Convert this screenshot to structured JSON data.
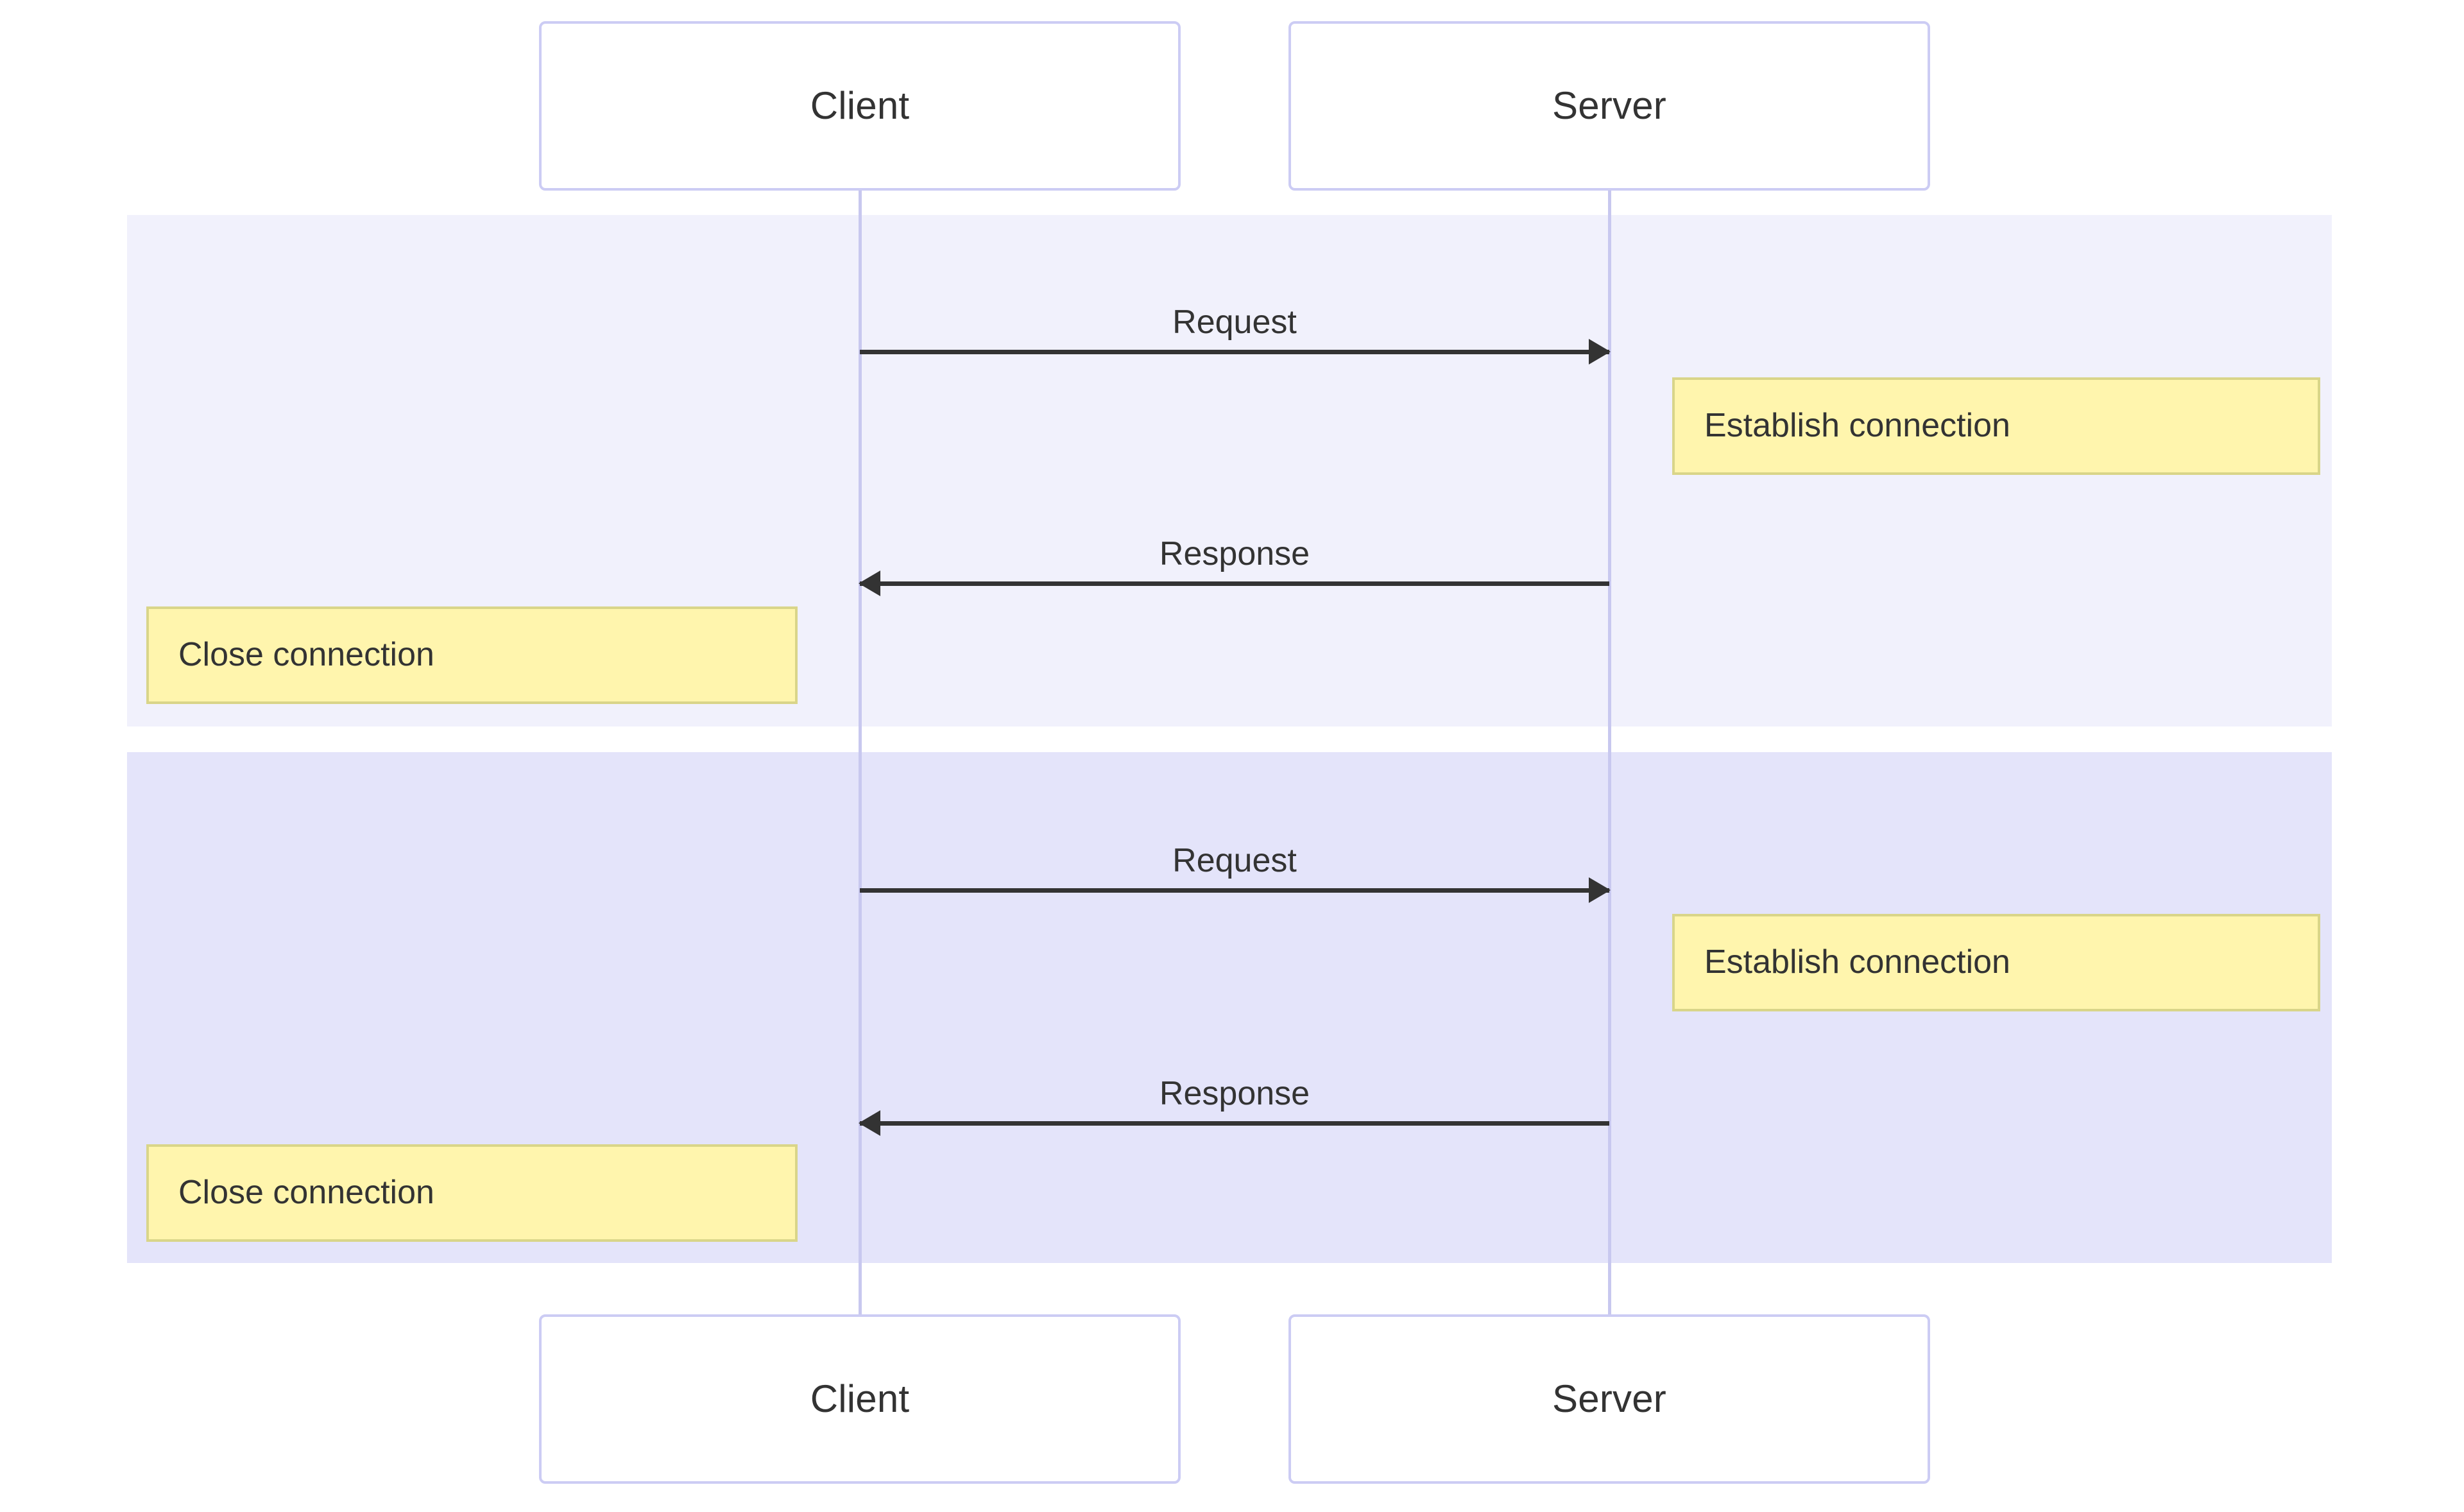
{
  "diagram": {
    "type": "sequence-diagram",
    "participants": [
      {
        "id": "client",
        "label": "Client"
      },
      {
        "id": "server",
        "label": "Server"
      }
    ],
    "bands": [
      {
        "id": "band-1",
        "color": "#f1f1fc"
      },
      {
        "id": "band-2",
        "color": "#e4e4fa"
      }
    ],
    "messages": [
      {
        "id": "req-1",
        "label": "Request",
        "from": "client",
        "to": "server",
        "direction": "right"
      },
      {
        "id": "res-1",
        "label": "Response",
        "from": "server",
        "to": "client",
        "direction": "left"
      },
      {
        "id": "req-2",
        "label": "Request",
        "from": "client",
        "to": "server",
        "direction": "right"
      },
      {
        "id": "res-2",
        "label": "Response",
        "from": "server",
        "to": "client",
        "direction": "left"
      }
    ],
    "notes": [
      {
        "id": "establish-1",
        "label": "Establish connection",
        "side": "right-of-server"
      },
      {
        "id": "close-1",
        "label": "Close connection",
        "side": "left-of-client"
      },
      {
        "id": "establish-2",
        "label": "Establish connection",
        "side": "right-of-server"
      },
      {
        "id": "close-2",
        "label": "Close connection",
        "side": "left-of-client"
      }
    ],
    "colors": {
      "background": "#ffffff",
      "participant_border": "#ccccf4",
      "participant_fill": "#ffffff",
      "lifeline": "#c8c8ef",
      "band_1_fill": "#f1f1fc",
      "band_2_fill": "#e4e4fa",
      "note_fill": "#fff5ad",
      "note_border": "#d9d589",
      "arrow": "#333333",
      "text": "#333333"
    }
  }
}
